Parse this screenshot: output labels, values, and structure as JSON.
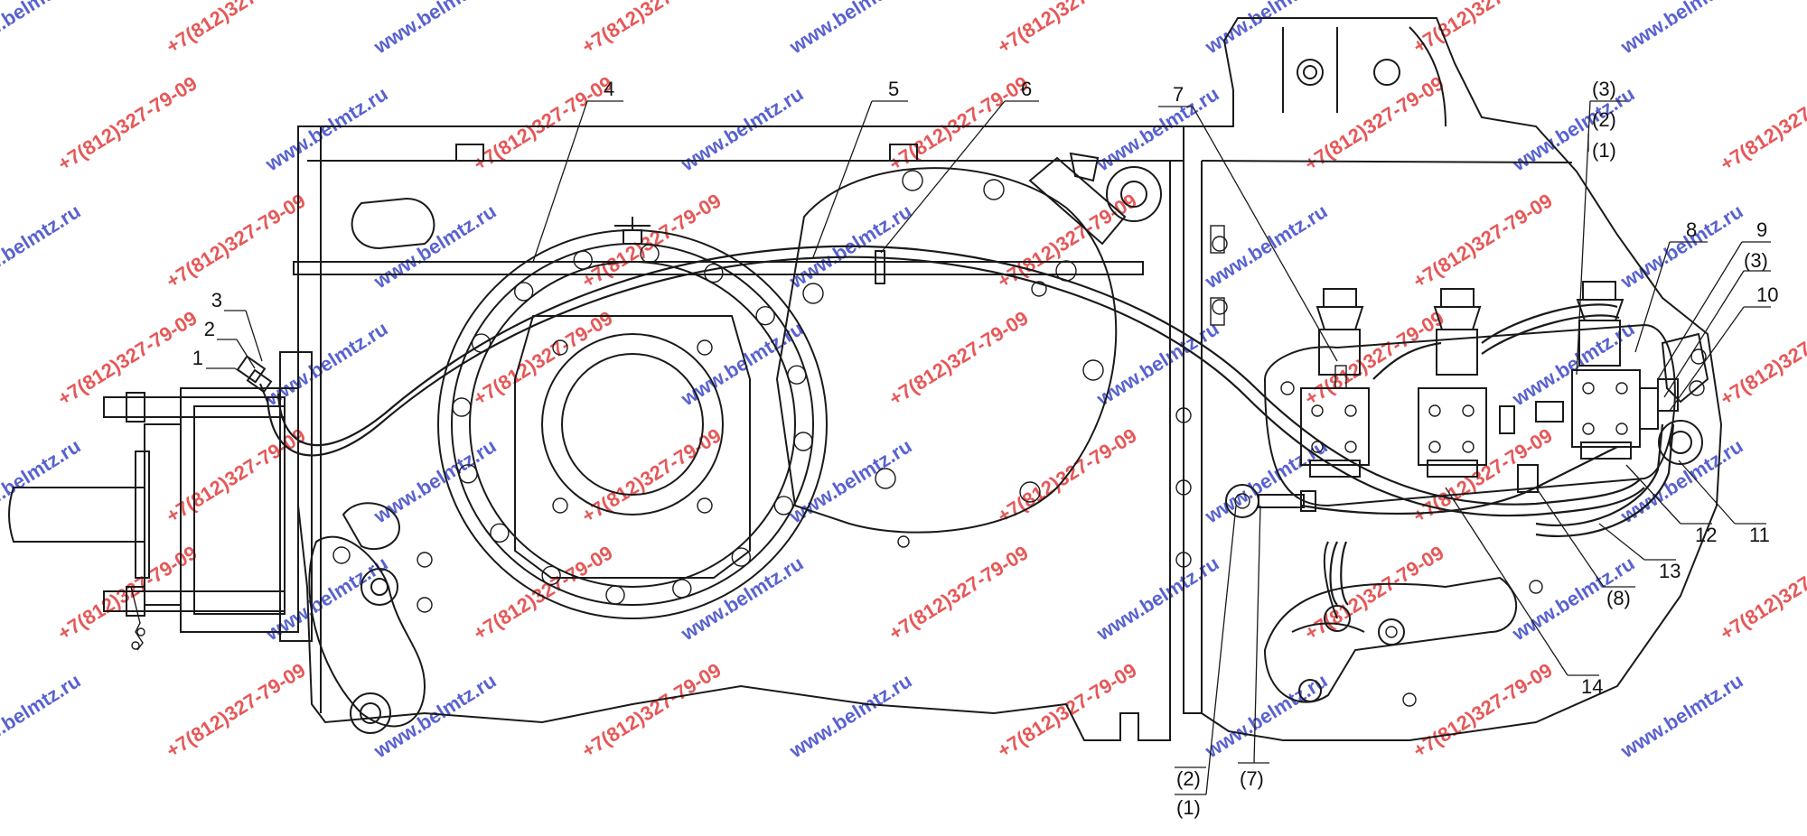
{
  "callouts": [
    {
      "id": "c1",
      "text": "1"
    },
    {
      "id": "c2",
      "text": "2"
    },
    {
      "id": "c3",
      "text": "3"
    },
    {
      "id": "c4",
      "text": "4"
    },
    {
      "id": "c5",
      "text": "5"
    },
    {
      "id": "c6",
      "text": "6"
    },
    {
      "id": "c7",
      "text": "7"
    },
    {
      "id": "c8",
      "text": "8"
    },
    {
      "id": "c9",
      "text": "9"
    },
    {
      "id": "c10",
      "text": "10"
    },
    {
      "id": "c11",
      "text": "11"
    },
    {
      "id": "c12",
      "text": "12"
    },
    {
      "id": "c13",
      "text": "13"
    },
    {
      "id": "c14",
      "text": "14"
    },
    {
      "id": "c3a",
      "text": "(3)"
    },
    {
      "id": "c2a",
      "text": "(2)"
    },
    {
      "id": "c1a",
      "text": "(1)"
    },
    {
      "id": "c3b",
      "text": "(3)"
    },
    {
      "id": "c8a",
      "text": "(8)"
    },
    {
      "id": "c2b",
      "text": "(2)"
    },
    {
      "id": "c1b",
      "text": "(1)"
    },
    {
      "id": "c7a",
      "text": "(7)"
    }
  ],
  "watermark": {
    "url": "www.belmtz.ru",
    "phone": "+7(812)327-79-09",
    "colors": {
      "url": "#3b47c7",
      "phone": "#e23b3b"
    }
  }
}
